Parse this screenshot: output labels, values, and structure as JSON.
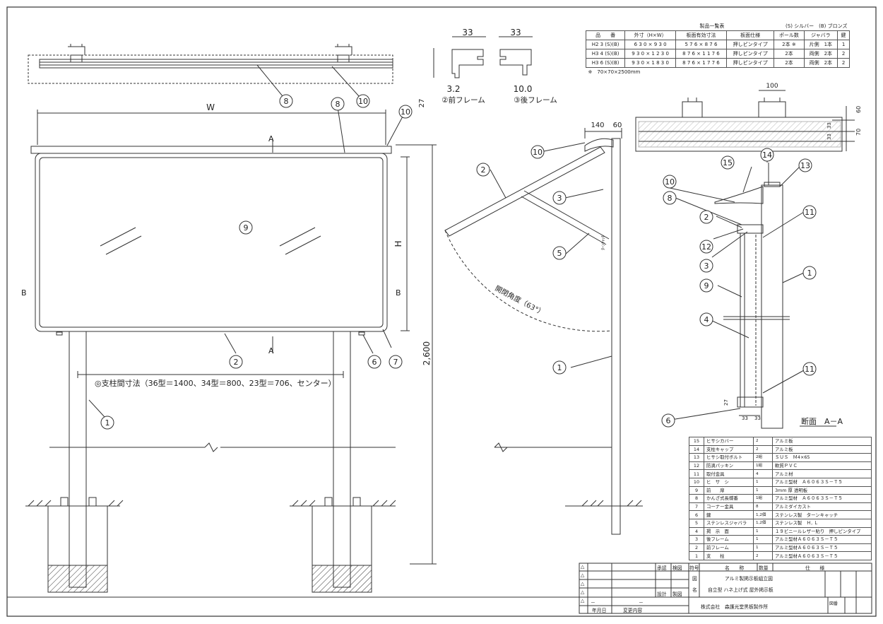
{
  "product_table": {
    "title": "製品一覧表",
    "note": "(S) シルバー　(B) ブロンズ",
    "headers": [
      "品　　番",
      "外寸（H×W）",
      "板面有効寸法",
      "板面仕様",
      "ポール数",
      "ジャバラ",
      "鍵"
    ],
    "rows": [
      [
        "H2 3 (S)(B)",
        "6 3 0 × 9 3 0",
        "5 7 6 × 8 7 6",
        "押しピンタイプ",
        "2本 ※",
        "片側　1本",
        "1"
      ],
      [
        "H3 4 (S)(B)",
        "9 3 0 × 1 2 3 0",
        "8 7 6 × 1 1 7 6",
        "押しピンタイプ",
        "2本",
        "両側　2本",
        "2"
      ],
      [
        "H3 6 (S)(B)",
        "9 3 0 × 1 8 3 0",
        "8 7 6 × 1 7 7 6",
        "押しピンタイプ",
        "2本",
        "両側　2本",
        "2"
      ]
    ],
    "footnote": "※　70×70×2500mm"
  },
  "frame_details": {
    "front": {
      "width": "33",
      "dim": "3.2",
      "caption": "②前フレーム"
    },
    "rear": {
      "width": "33",
      "dim": "10.0",
      "caption": "③後フレーム"
    }
  },
  "front_view": {
    "w_label": "W",
    "h_label": "H",
    "height_dim": "2,600",
    "section_a": "A",
    "section_b": "B",
    "dim_27": "27",
    "pole_note": "◎支柱間寸法（36型＝1400、34型＝800、23型＝706、センター）"
  },
  "side_view": {
    "dim_140": "140",
    "dim_60": "60",
    "angle_label": "開閉角度（63°）",
    "jabara_label": "ﾀｰﾝｷｬｯﾁ"
  },
  "top_detail": {
    "dim_100": "100",
    "dim_60": "60",
    "dim_33a": "33",
    "dim_33b": "33",
    "dim_70": "70"
  },
  "section": {
    "title": "断面　A－A",
    "dim_27": "27",
    "dim_33a": "33",
    "dim_33b": "33"
  },
  "parts": [
    [
      "15",
      "ヒサシカバー",
      "2",
      "アルミ板"
    ],
    [
      "14",
      "支柱キャップ",
      "2",
      "アルミ板"
    ],
    [
      "13",
      "ヒサシ取付ボルト",
      "2組",
      "ＳＵＳ　Ｍ4×65"
    ],
    [
      "12",
      "防滴パッキン",
      "1組",
      "軟質ＰＶＣ"
    ],
    [
      "11",
      "取付金具",
      "4",
      "アルミ材"
    ],
    [
      "10",
      "ヒ　サ　シ",
      "1",
      "アルミ型材　Ａ６０６３Ｓ－Ｔ５"
    ],
    [
      "9",
      "前　　扉",
      "1",
      "3mm 厚 透明板"
    ],
    [
      "8",
      "かんざ式長蝶番",
      "1組",
      "アルミ型材　Ａ６０６３Ｓ－Ｔ５"
    ],
    [
      "7",
      "コーナー金具",
      "8",
      "アルミダイカスト"
    ],
    [
      "6",
      "鍵",
      "1,2個",
      "ステンレス製　ターンキャッチ"
    ],
    [
      "5",
      "ステンレスジャバラ",
      "1,2個",
      "ステンレス製　Ｈ, Ｌ"
    ],
    [
      "4",
      "掲　示　面",
      "1",
      "１９ビニールレザー貼り　押しピンタイプ"
    ],
    [
      "3",
      "後フレーム",
      "1",
      "アルミ型材Ａ６０６３Ｓ－Ｔ５"
    ],
    [
      "2",
      "前フレーム",
      "1",
      "アルミ型材Ａ６０６３Ｓ－Ｔ５"
    ],
    [
      "1",
      "支　　柱",
      "2",
      "アルミ型材Ａ６０６３Ｓ－Ｔ５"
    ]
  ],
  "title_block": {
    "col_no": "符号",
    "col_name": "名　　称",
    "col_qty": "数量",
    "col_spec": "仕　　様",
    "approve": "承認",
    "check": "検図",
    "design": "設計",
    "draft": "製図",
    "drawing_label_1": "図",
    "drawing_label_2": "名",
    "drawing_name_1": "アルミ製掲示板組立図",
    "drawing_name_2": "自立型 ハネ上げ式 屋外掲示板",
    "company": "株式会社　森護光堂黒板製作所",
    "fig_no": "図番",
    "date": "年月日",
    "change": "変更内容",
    "dash": "－",
    "rev_mark": "△"
  },
  "callouts": {
    "top": [
      "8",
      "10"
    ],
    "front": [
      "8",
      "10",
      "9",
      "2",
      "6",
      "7",
      "1"
    ],
    "side": [
      "10",
      "2",
      "3",
      "5",
      "1"
    ],
    "section": [
      "15",
      "14",
      "13",
      "10",
      "8",
      "2",
      "11",
      "12",
      "3",
      "1",
      "9",
      "4",
      "11",
      "6"
    ]
  }
}
